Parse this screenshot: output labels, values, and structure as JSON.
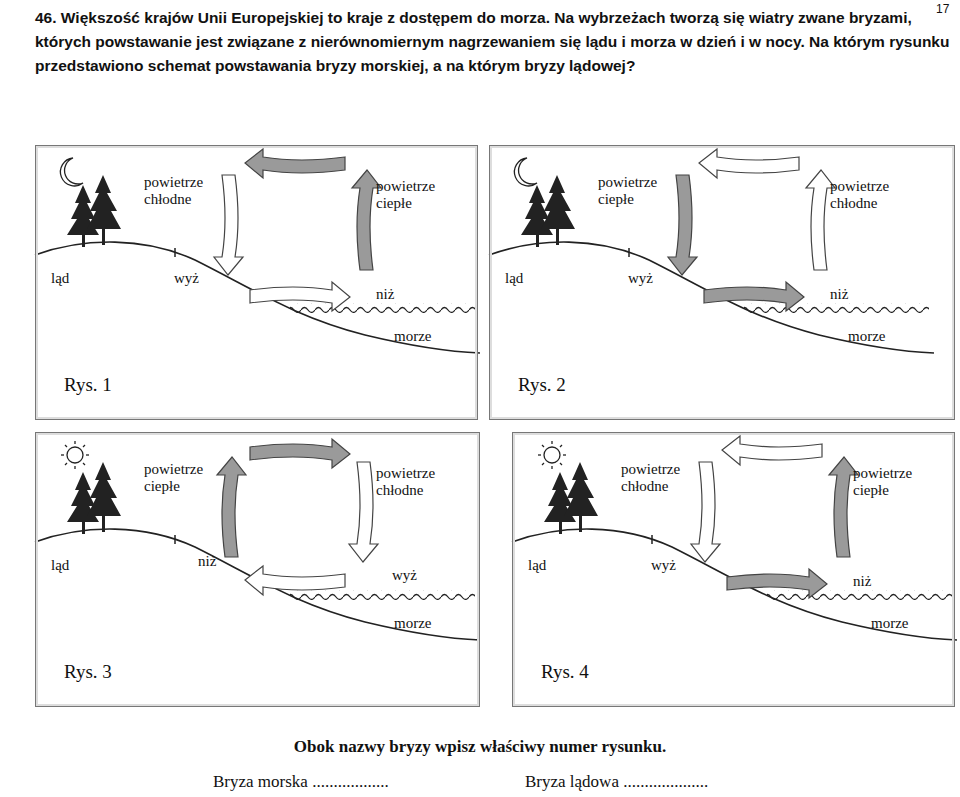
{
  "diagram": {
    "nodes": [
      {
        "text": [
          "powietrze chłodne",
          "powietrze ciepłe",
          "ląd",
          "wyż",
          "niż",
          "morze",
          "Rys. 1"
        ]
      },
      {
        "text": [
          "powietrze ciepłe",
          "powietrze chłodne",
          "ląd",
          "wyż",
          "niż",
          "morze",
          "Rys. 2"
        ]
      },
      {
        "text": [
          "powietrze ciepłe",
          "powietrze chłodne",
          "ląd",
          "niż",
          "wyż",
          "morze",
          "Rys. 3"
        ]
      },
      {
        "text": [
          "powietrze chłodne",
          "powietrze ciepłe",
          "ląd",
          "wyż",
          "niż",
          "morze",
          "Rys. 4"
        ]
      }
    ],
    "labels": [
      "17",
      "46. Większość krajów Unii Europejskiej to kraje z dostępem do morza. Na wybrzeżach tworzą się wiatry zwane bryzami, których powstawanie jest związane z nierównomiernym nagrzewaniem się lądu i morza w dzień i w nocy. Na którym rysunku przedstawiono schemat powstawania bryzy morskiej, a na którym bryzy lądowej?",
      "Obok nazwy bryzy wpisz właściwy numer rysunku.",
      "Bryza morska ..................",
      "Bryza lądowa ...................."
    ]
  }
}
